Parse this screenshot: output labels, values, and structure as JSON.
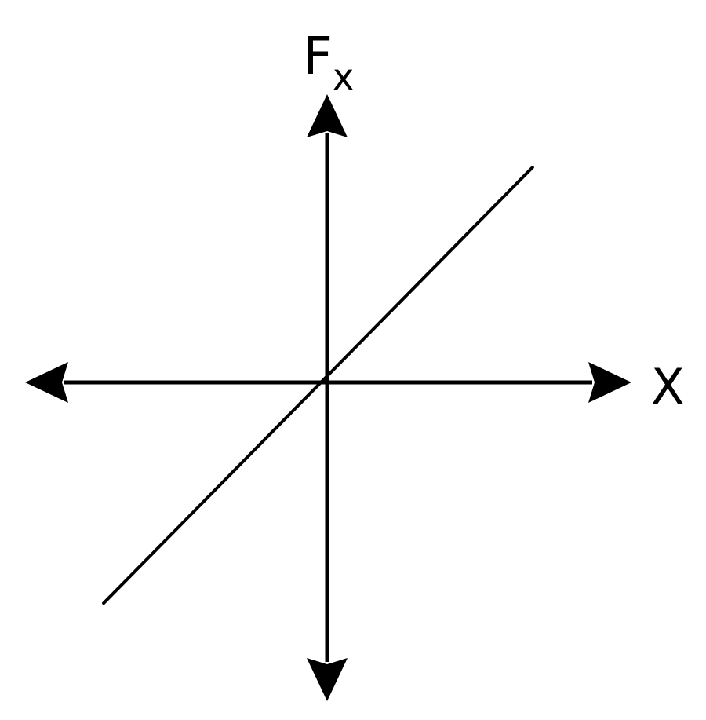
{
  "chart_data": {
    "type": "line",
    "title": "",
    "xlabel": "X",
    "ylabel": {
      "main": "F",
      "subscript": "x"
    },
    "xlim": [
      -1,
      1
    ],
    "ylim": [
      -1,
      1
    ],
    "grid": false,
    "legend": "none",
    "series": [
      {
        "x": [
          -0.74,
          0.68
        ],
        "y": [
          -0.76,
          0.74
        ]
      }
    ],
    "colors": {
      "axis": "#000000",
      "line": "#000000",
      "background": "#ffffff"
    }
  }
}
